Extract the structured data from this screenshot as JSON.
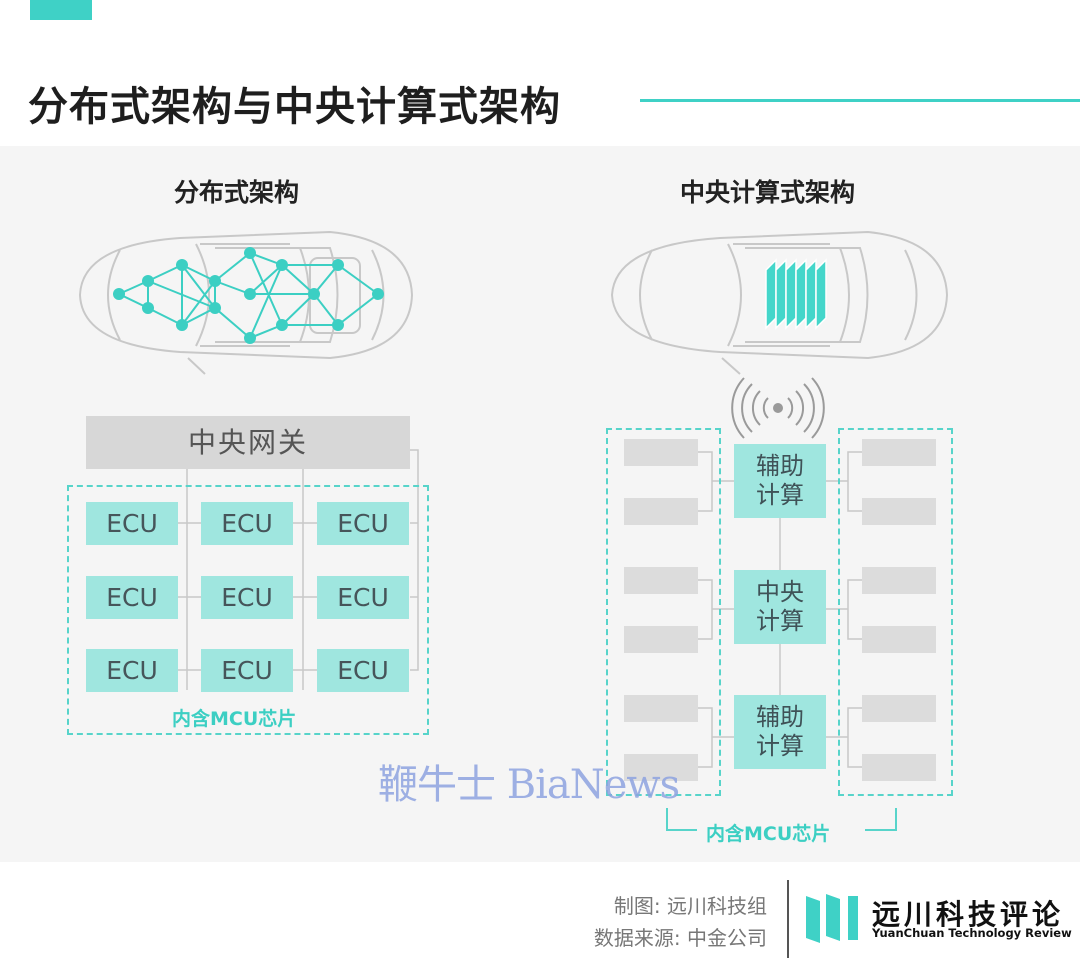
{
  "header": {
    "title": "分布式架构与中央计算式架构"
  },
  "left": {
    "subtitle": "分布式架构",
    "gateway_label": "中央网关",
    "ecu_labels": [
      "ECU",
      "ECU",
      "ECU",
      "ECU",
      "ECU",
      "ECU",
      "ECU",
      "ECU",
      "ECU"
    ],
    "mcu_label": "内含MCU芯片"
  },
  "right": {
    "subtitle": "中央计算式架构",
    "compute_blocks": [
      "辅助\n计算",
      "中央\n计算",
      "辅助\n计算"
    ],
    "mcu_label": "内含MCU芯片"
  },
  "footer": {
    "credit_line1": "制图: 远川科技组",
    "credit_line2": "数据来源: 中金公司",
    "brand_name": "远川科技评论",
    "brand_english": "YuanChuan Technology Review"
  },
  "watermark": "鞭牛士 BiaNews",
  "colors": {
    "accent": "#3fd1c6",
    "ecu_fill": "#9fe6df",
    "gateway_fill": "#d7d7d7",
    "dash": "#57d4ca"
  }
}
